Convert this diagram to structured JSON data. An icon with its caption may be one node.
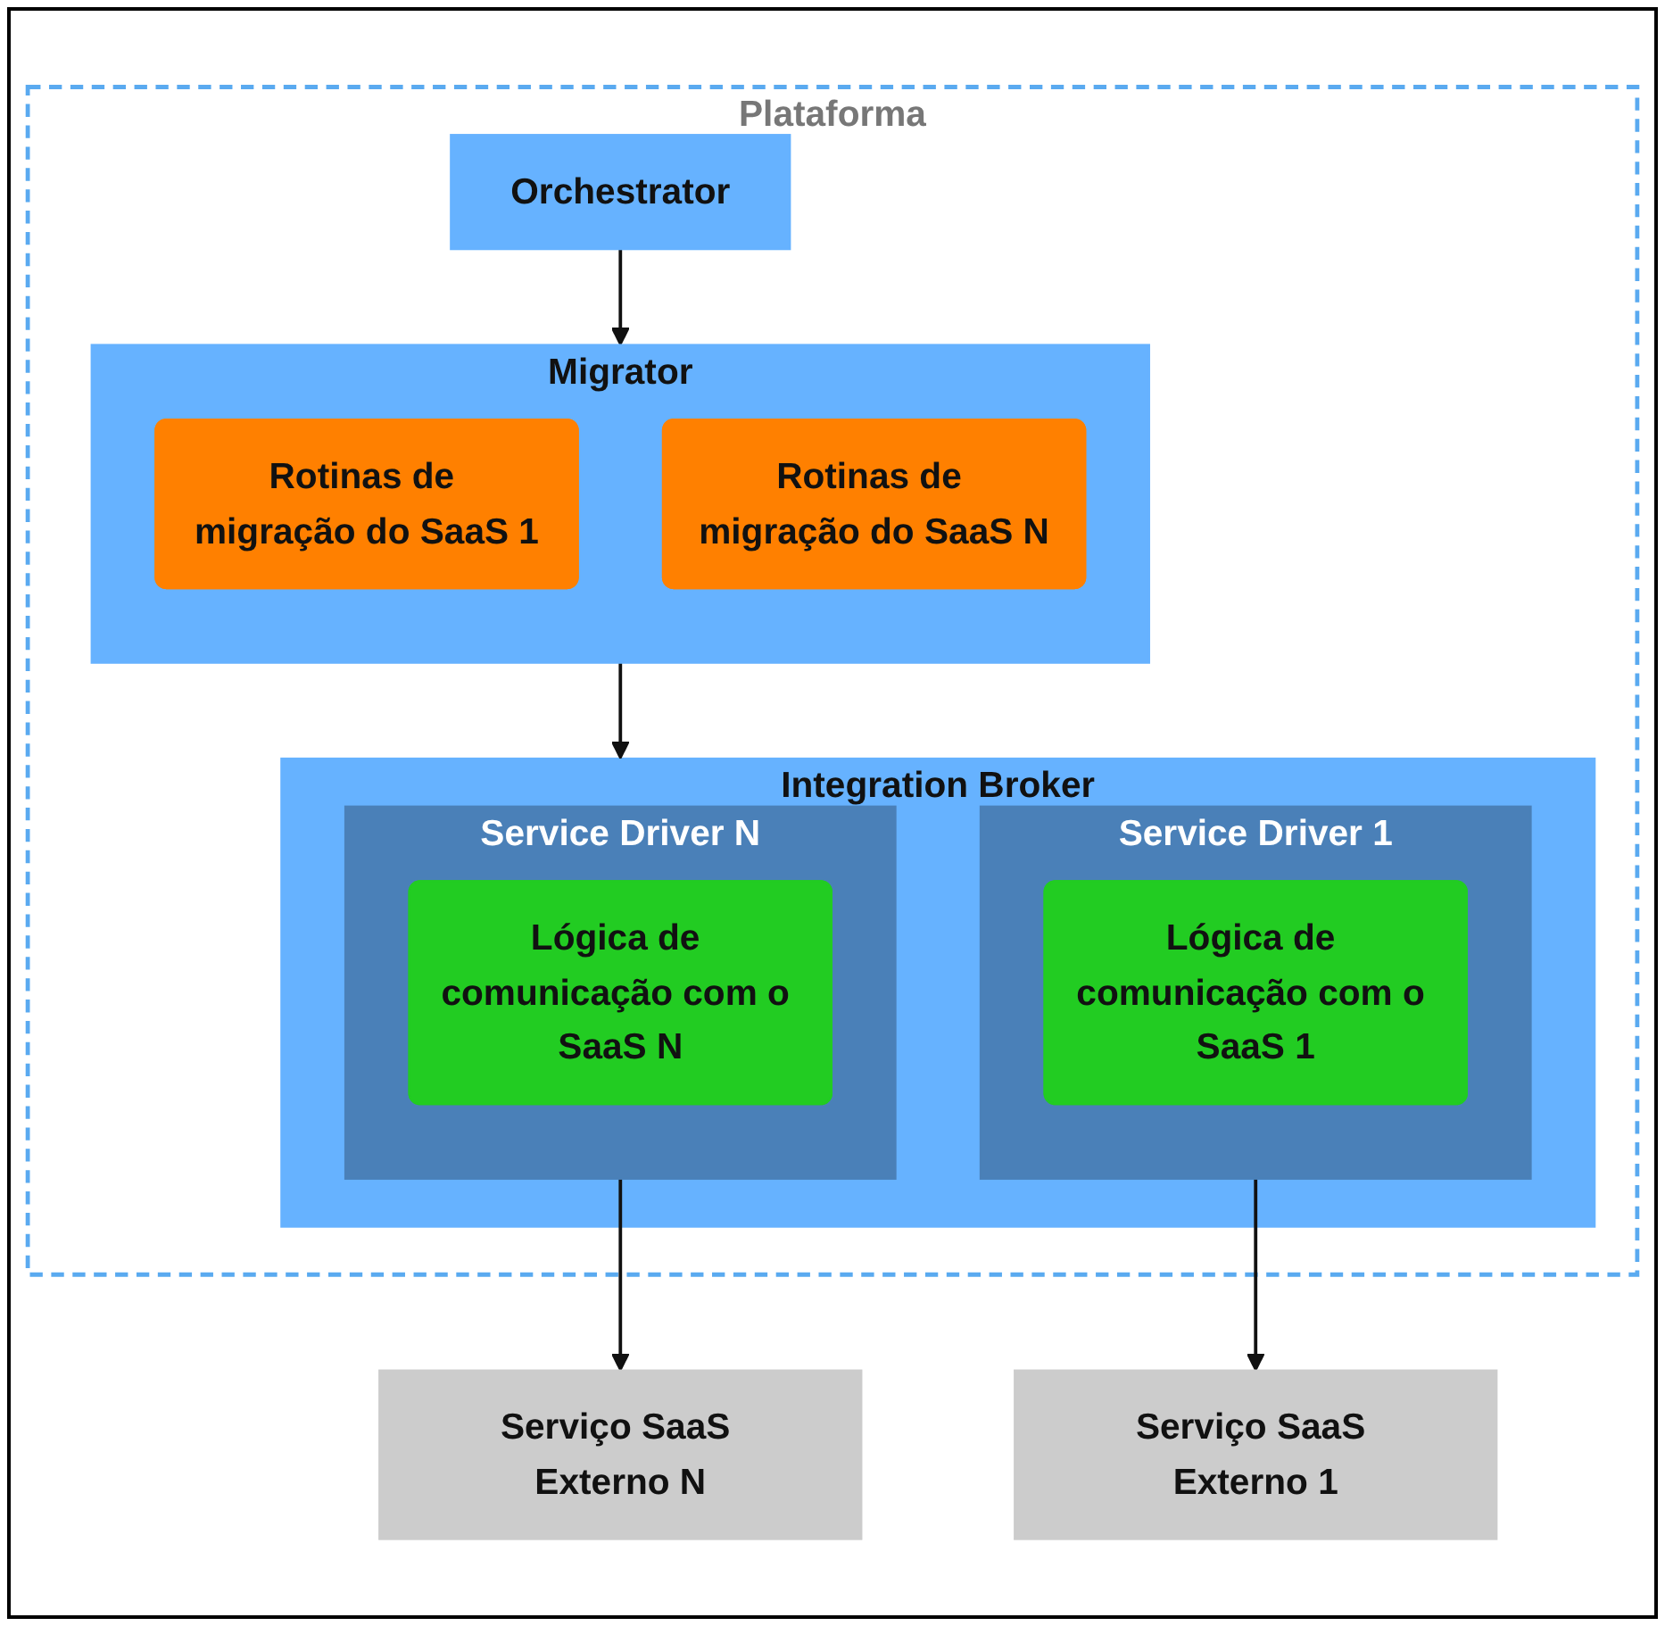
{
  "diagram": {
    "nodes": [
      {
        "text": [
          "Plataforma"
        ]
      },
      {
        "text": [
          "Orchestrator"
        ],
        "in": 0
      },
      {
        "text": [
          "Migrator"
        ],
        "in": 0
      },
      {
        "text": [
          "Rotinas de migração do SaaS 1"
        ],
        "in": 2
      },
      {
        "text": [
          "Rotinas de migração do SaaS N"
        ],
        "in": 2
      },
      {
        "text": [
          "Integration Broker"
        ],
        "in": 0
      },
      {
        "text": [
          "Service Driver 1"
        ],
        "in": 5
      },
      {
        "text": [
          "Lógica de comunicação com o SaaS 1"
        ],
        "in": 6
      },
      {
        "text": [
          "Service Driver N"
        ],
        "in": 5
      },
      {
        "text": [
          "Lógica de comunicação com o SaaS N"
        ],
        "in": 8
      },
      {
        "text": [
          "Serviço SaaS Externo 1"
        ]
      },
      {
        "text": [
          "Serviço SaaS Externo N"
        ]
      }
    ],
    "edges": [
      {
        "from": 1,
        "to": 2,
        "arrow": "to"
      },
      {
        "from": 2,
        "to": 5,
        "arrow": "to"
      },
      {
        "from": 6,
        "to": 10,
        "arrow": "to"
      },
      {
        "from": 8,
        "to": 11,
        "arrow": "to"
      }
    ]
  }
}
